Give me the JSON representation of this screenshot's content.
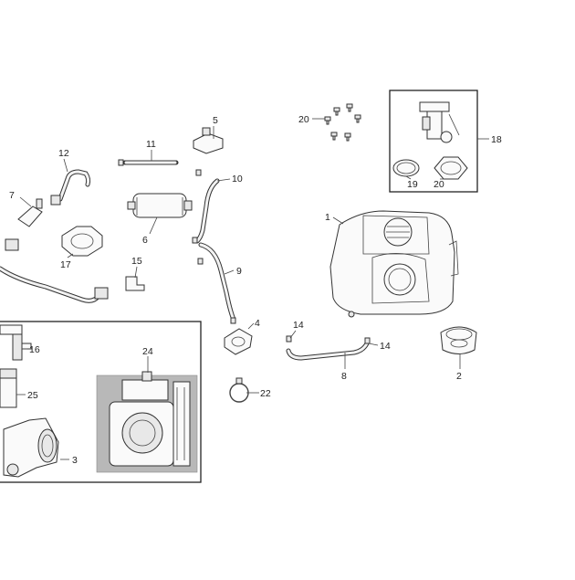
{
  "callouts": {
    "c1": "1",
    "c2": "2",
    "c3": "3",
    "c4": "4",
    "c5": "5",
    "c6": "6",
    "c7": "7",
    "c8": "8",
    "c9": "9",
    "c10": "10",
    "c11": "11",
    "c12": "12",
    "c14a": "14",
    "c14b": "14",
    "c15": "15",
    "c16": "16",
    "c17": "17",
    "c18": "18",
    "c19": "19",
    "c20a": "20",
    "c20b": "20",
    "c22": "22",
    "c24": "24",
    "c25": "25"
  }
}
